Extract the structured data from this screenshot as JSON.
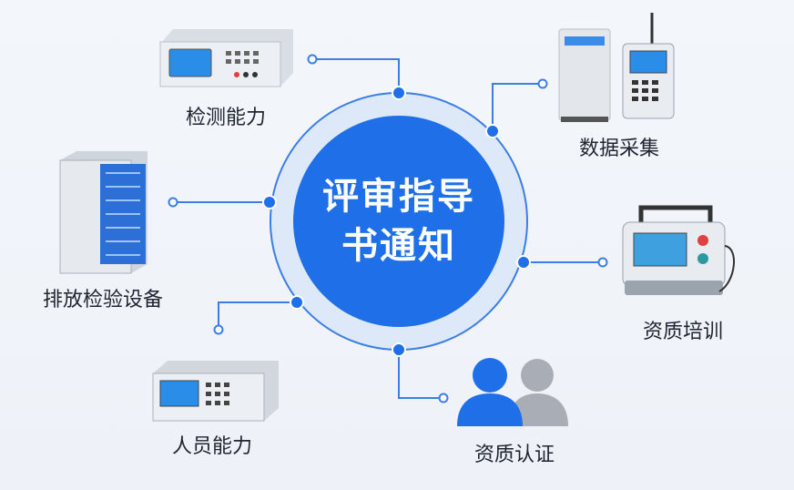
{
  "center": {
    "line1": "评审指导",
    "line2": "书通知"
  },
  "nodes": [
    {
      "label": "检测能力",
      "icon": "test-instrument-icon"
    },
    {
      "label": "数据采集",
      "icon": "data-logger-icon"
    },
    {
      "label": "排放检验设备",
      "icon": "server-cabinet-icon"
    },
    {
      "label": "资质培训",
      "icon": "analyzer-device-icon"
    },
    {
      "label": "人员能力",
      "icon": "instrument-panel-icon"
    },
    {
      "label": "资质认证",
      "icon": "people-icon"
    }
  ],
  "colors": {
    "accent": "#1f6fe8",
    "ring": "#dbe7f8",
    "line": "#3b7ee6"
  }
}
